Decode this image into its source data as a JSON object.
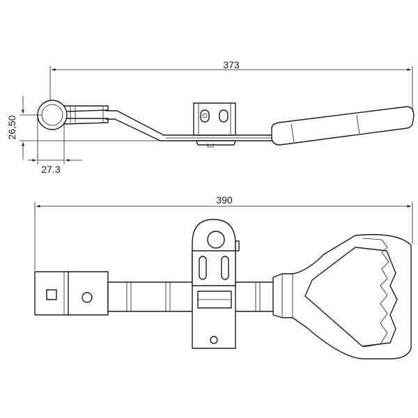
{
  "dimensions": {
    "side_overall_length": "373",
    "side_height": "26,50",
    "side_ring_width": "27.3",
    "top_overall_length": "390"
  }
}
